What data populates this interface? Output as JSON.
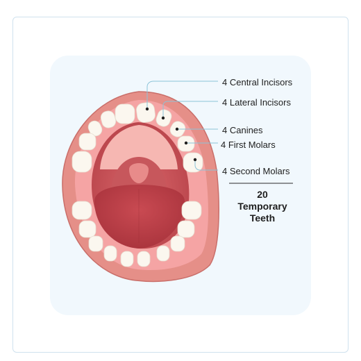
{
  "labels": [
    "4 Central Incisors",
    "4 Lateral Incisors",
    "4 Canines",
    "4 First Molars",
    "4 Second Molars"
  ],
  "total": {
    "number": "20",
    "line1": "Temporary",
    "line2": "Teeth"
  },
  "colors": {
    "lip": "#e58f88",
    "lip_outline": "#c96e69",
    "gum": "#f5a4a4",
    "mouth_cavity": "#cc5357",
    "tongue": "#bb3e45",
    "palate": "#f6b7b2",
    "uvula": "#d76a6b",
    "tooth": "#fbf7ef",
    "leader_line": "#8bc3d8",
    "panel": "#f1f8fd"
  }
}
